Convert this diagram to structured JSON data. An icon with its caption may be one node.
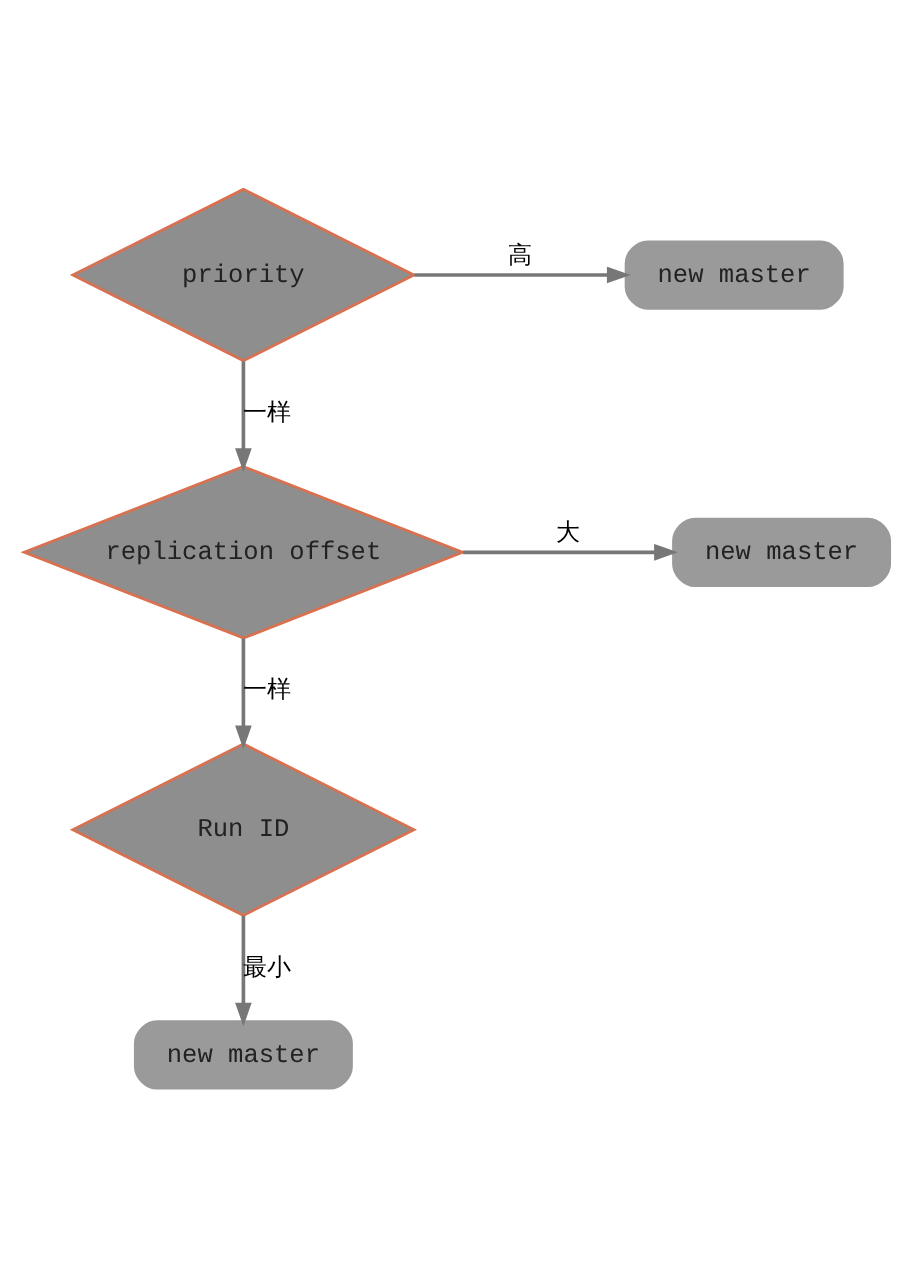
{
  "diagram": {
    "nodes": [
      {
        "text": [
          "priority"
        ]
      },
      {
        "text": [
          "new master"
        ]
      },
      {
        "text": [
          "replication offset"
        ]
      },
      {
        "text": [
          "new master"
        ]
      },
      {
        "text": [
          "Run ID"
        ]
      },
      {
        "text": [
          "new master"
        ]
      }
    ],
    "edges": [
      {
        "from": 0,
        "to": 1,
        "arrow": "to",
        "label": "高"
      },
      {
        "from": 0,
        "to": 2,
        "arrow": "to",
        "label": "一样"
      },
      {
        "from": 2,
        "to": 3,
        "arrow": "to",
        "label": "大"
      },
      {
        "from": 2,
        "to": 4,
        "arrow": "to",
        "label": "一样"
      },
      {
        "from": 4,
        "to": 5,
        "arrow": "to",
        "label": "最小"
      }
    ]
  }
}
